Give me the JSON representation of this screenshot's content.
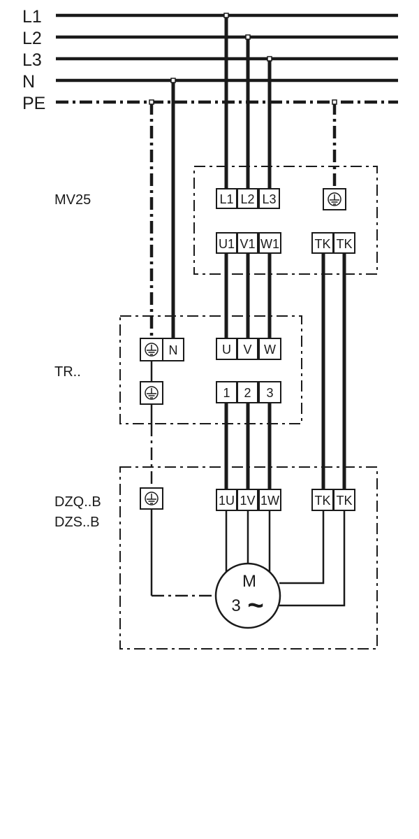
{
  "buses": [
    {
      "id": "L1",
      "label": "L1"
    },
    {
      "id": "L2",
      "label": "L2"
    },
    {
      "id": "L3",
      "label": "L3"
    },
    {
      "id": "N",
      "label": "N"
    },
    {
      "id": "PE",
      "label": "PE"
    }
  ],
  "groups": {
    "mv25": {
      "label": "MV25"
    },
    "tr": {
      "label": "TR.."
    },
    "dz": {
      "label_1": "DZQ..B",
      "label_2": "DZS..B"
    }
  },
  "terminals": {
    "mv25_in": [
      "L1",
      "L2",
      "L3"
    ],
    "mv25_out": [
      "U1",
      "V1",
      "W1"
    ],
    "mv25_tk": [
      "TK",
      "TK"
    ],
    "tr_n": "N",
    "tr_in": [
      "U",
      "V",
      "W"
    ],
    "tr_out": [
      "1",
      "2",
      "3"
    ],
    "dz_in": [
      "1U",
      "1V",
      "1W"
    ],
    "dz_tk": [
      "TK",
      "TK"
    ]
  },
  "motor": {
    "letter": "M",
    "phases": "3",
    "ac_symbol": "~"
  },
  "icons": [
    "ground-symbol-icon",
    "motor-icon"
  ]
}
